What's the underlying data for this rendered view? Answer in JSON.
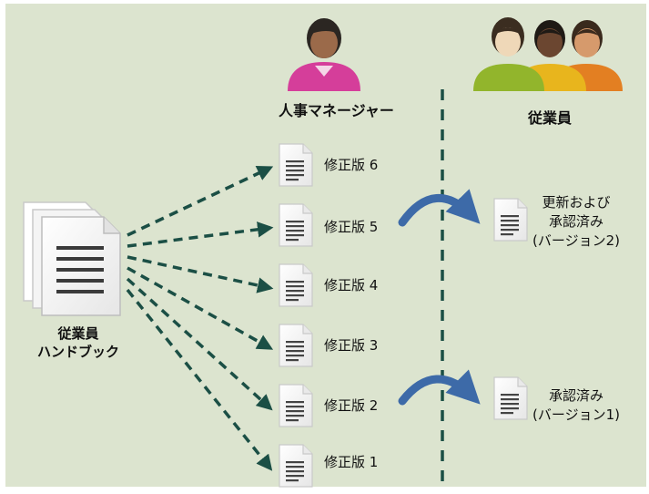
{
  "diagram": {
    "background_color": "#dce4cf",
    "arrow_color": "#1b4f45",
    "curve_arrow_color": "#3d6aa8",
    "handbook": {
      "icon": "stacked-document-icon",
      "label_line1": "従業員",
      "label_line2": "ハンドブック"
    },
    "hr_manager": {
      "icon": "person-icon",
      "color": "#d53e9a",
      "label": "人事マネージャー"
    },
    "employees": {
      "icon": "people-group-icon",
      "colors": [
        "#92b52c",
        "#e8b51d",
        "#e37f22"
      ],
      "label": "従業員"
    },
    "revisions": [
      {
        "label": "修正版 6"
      },
      {
        "label": "修正版 5"
      },
      {
        "label": "修正版 4"
      },
      {
        "label": "修正版 3"
      },
      {
        "label": "修正版 2"
      },
      {
        "label": "修正版 1"
      }
    ],
    "published": [
      {
        "line1": "更新および",
        "line2": "承認済み",
        "line3": "(バージョン2)"
      },
      {
        "line1": "承認済み",
        "line2": "(バージョン1)"
      }
    ]
  }
}
